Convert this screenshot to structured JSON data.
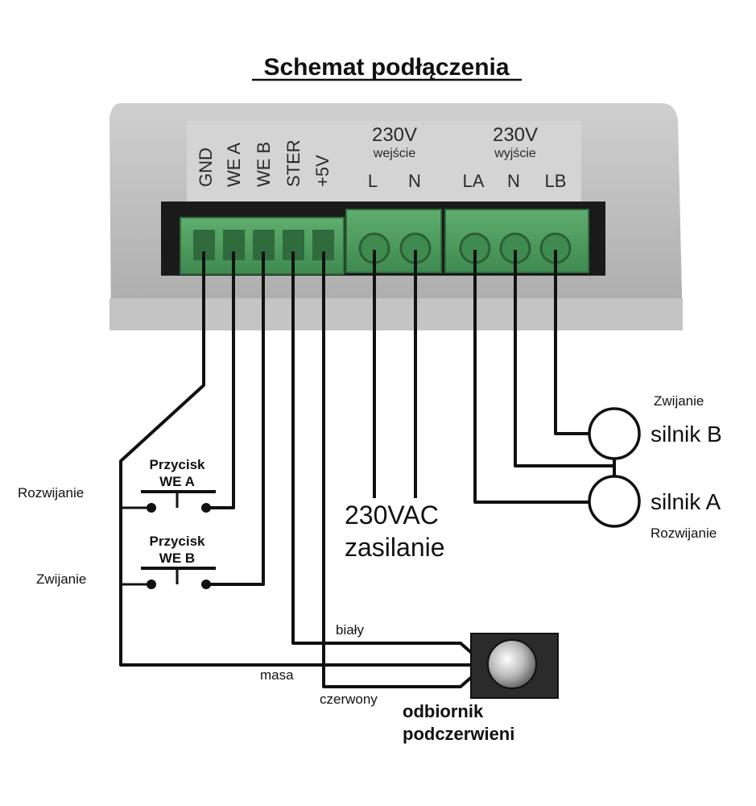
{
  "title": "Schemat podłączenia",
  "terminals": {
    "gnd": "GND",
    "we_a": "WE A",
    "we_b": "WE B",
    "ster": "STER",
    "plus5v": "+5V",
    "input_voltage": "230V",
    "input_sub": "wejście",
    "input_l": "L",
    "input_n": "N",
    "output_voltage": "230V",
    "output_sub": "wyjście",
    "output_la": "LA",
    "output_n": "N",
    "output_lb": "LB"
  },
  "buttons": {
    "a_title": "Przycisk",
    "a_name": "WE A",
    "a_function": "Rozwijanie",
    "b_title": "Przycisk",
    "b_name": "WE B",
    "b_function": "Zwijanie"
  },
  "power": {
    "line1": "230VAC",
    "line2": "zasilanie"
  },
  "motors": {
    "b_function": "Zwijanie",
    "b_label": "silnik B",
    "a_label": "silnik A",
    "a_function": "Rozwijanie"
  },
  "ir_receiver": {
    "wire_white": "biały",
    "wire_ground": "masa",
    "wire_red": "czerwony",
    "line1": "odbiornik",
    "line2": "podczerwieni"
  }
}
